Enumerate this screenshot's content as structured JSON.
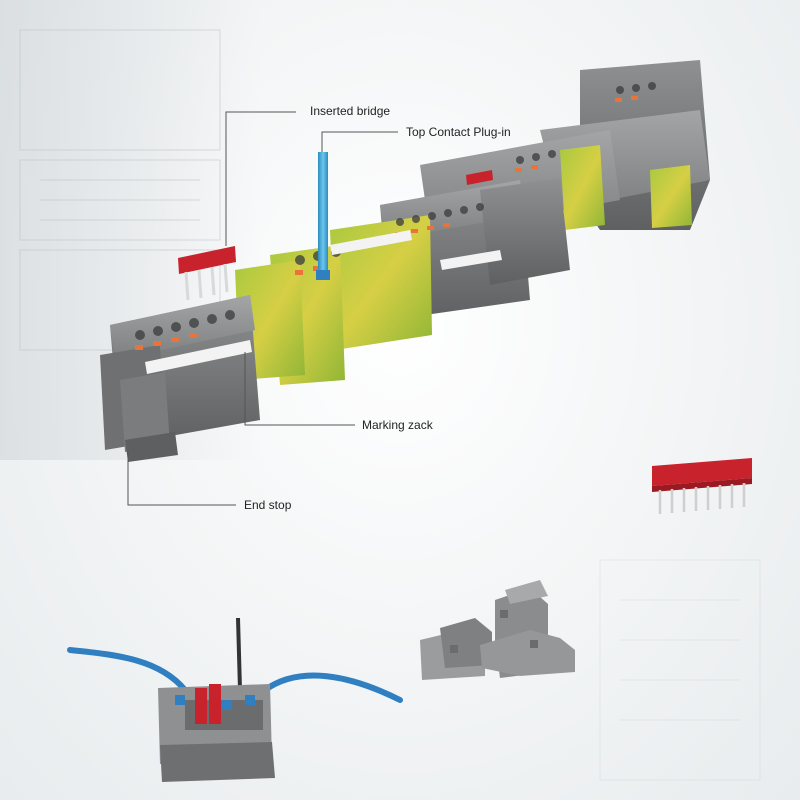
{
  "callouts": {
    "inserted_bridge": "Inserted bridge",
    "top_contact_plugin": "Top Contact Plug-in",
    "marking_zack": "Marking zack",
    "end_stop": "End stop"
  },
  "colors": {
    "terminal_gray": "#8e9091",
    "terminal_dark": "#6f7172",
    "earth_green": "#9cc43a",
    "earth_yellow": "#d9cf3c",
    "bridge_red": "#c8232c",
    "plug_blue": "#3aa7d6",
    "wire_blue": "#2f7fc1",
    "orange_release": "#e8743a",
    "leader_line": "#555555"
  },
  "icons": {
    "bridge_small": "red-comb-bridge-icon",
    "terminal_block": "gray-terminal-block-icon",
    "cutaway": "terminal-cutaway-icon"
  }
}
